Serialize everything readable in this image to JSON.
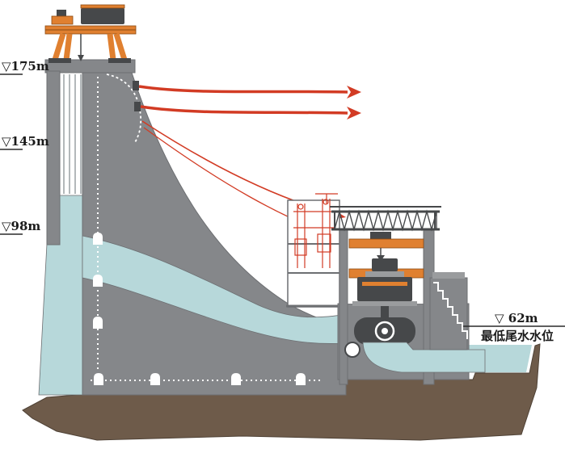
{
  "diagram": {
    "kind": "hydropower-dam-cross-section",
    "water_levels": [
      {
        "id": "level-175",
        "label": "▽175m"
      },
      {
        "id": "level-145",
        "label": "▽145m"
      },
      {
        "id": "level-98",
        "label": "▽98m"
      },
      {
        "id": "level-62",
        "label": "▽ 62m",
        "caption": "最低尾水水位"
      }
    ],
    "colors": {
      "dam_gray": "#85878a",
      "detail_dark": "#46484a",
      "water_blue": "#b7d8da",
      "ground_brown": "#6e5b4a",
      "crane_orange": "#e08030",
      "arrow_red": "#d23b24"
    }
  }
}
